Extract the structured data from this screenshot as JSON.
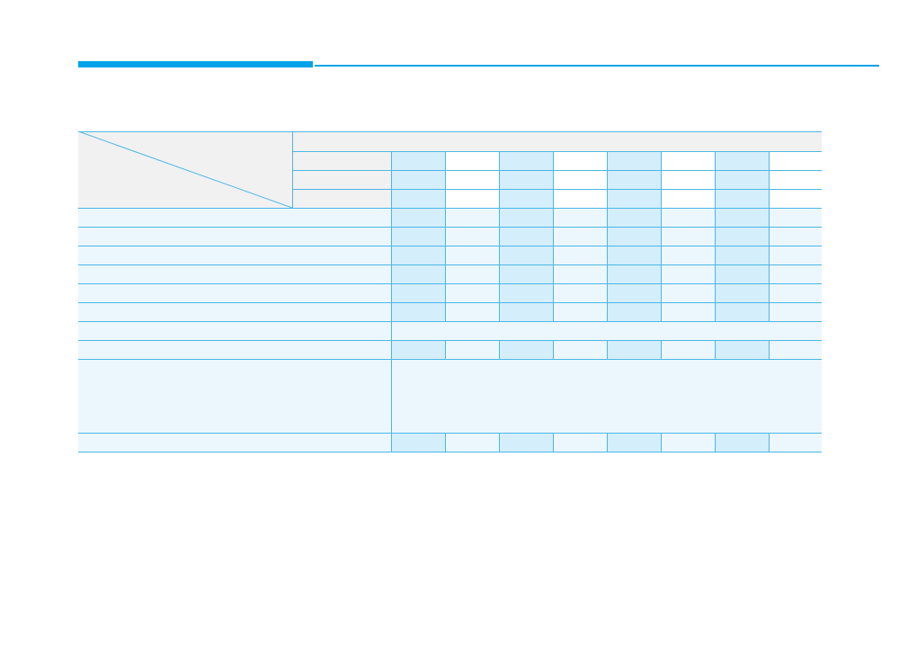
{
  "colors": {
    "accent": "#00a3ea",
    "line": "#4cb7e6",
    "header_bg": "#f1f1f1",
    "label_bg": "#ebf7fd",
    "col_dark": "#d4eefb",
    "col_light": "#ebf7fd"
  },
  "table": {
    "corner_top_label": "",
    "corner_bottom_label": "",
    "group_header": "",
    "sub_headers": [
      "",
      "",
      ""
    ],
    "rows": [
      {
        "label": "",
        "type": "cells"
      },
      {
        "label": "",
        "type": "cells"
      },
      {
        "label": "",
        "type": "cells"
      },
      {
        "label": "",
        "type": "cells"
      },
      {
        "label": "",
        "type": "cells"
      },
      {
        "label": "",
        "type": "cells"
      },
      {
        "label": "",
        "type": "merged",
        "text": ""
      },
      {
        "label": "",
        "type": "cells"
      },
      {
        "label": "",
        "type": "merged_tall",
        "text": ""
      },
      {
        "label": "",
        "type": "cells"
      }
    ]
  }
}
